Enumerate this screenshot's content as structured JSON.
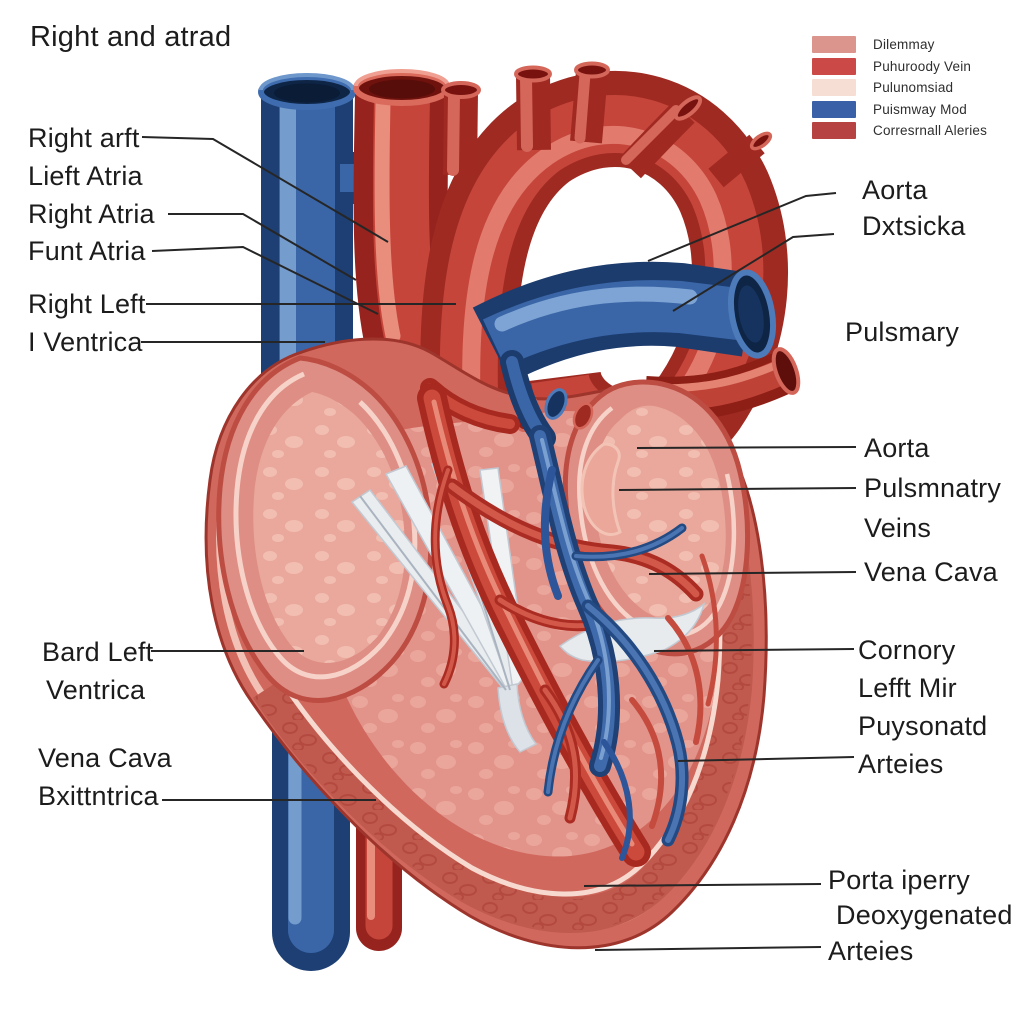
{
  "title": "Right and atrad",
  "labels": {
    "left": [
      {
        "id": "right-arft",
        "text": "Right arft"
      },
      {
        "id": "lieft-atria",
        "text": "Lieft Atria"
      },
      {
        "id": "right-atria",
        "text": "Right Atria"
      },
      {
        "id": "funt-atria",
        "text": "Funt Atria"
      },
      {
        "id": "right-left",
        "text": "Right Left"
      },
      {
        "id": "i-ventrica",
        "text": "I Ventrica"
      },
      {
        "id": "bard-left",
        "text": "Bard Left"
      },
      {
        "id": "ventrica",
        "text": "Ventrica"
      },
      {
        "id": "vena-cava",
        "text": "Vena Cava"
      },
      {
        "id": "bxittntrica",
        "text": "Bxittntrica"
      }
    ],
    "right": [
      {
        "id": "aorta-top",
        "text": "Aorta"
      },
      {
        "id": "dxtsicka",
        "text": "Dxtsicka"
      },
      {
        "id": "pulsmary",
        "text": "Pulsmary"
      },
      {
        "id": "aorta-mid",
        "text": "Aorta"
      },
      {
        "id": "pulsmnatry",
        "text": "Pulsmnatry"
      },
      {
        "id": "veins",
        "text": "Veins"
      },
      {
        "id": "vena-cava-right",
        "text": "Vena Cava"
      },
      {
        "id": "cornory",
        "text": "Cornory"
      },
      {
        "id": "lefft-mir",
        "text": "Lefft Mir"
      },
      {
        "id": "puysonatd",
        "text": "Puysonatd"
      },
      {
        "id": "arteies-1",
        "text": "Arteies"
      },
      {
        "id": "porta-iperry",
        "text": "Porta iperry"
      },
      {
        "id": "deoxygenated",
        "text": "Deoxygenated"
      },
      {
        "id": "arteies-2",
        "text": "Arteies"
      }
    ]
  },
  "legend": {
    "items": [
      {
        "label": "Dilemmay",
        "color": "#db958c"
      },
      {
        "label": "Puhuroody Vein",
        "color": "#cb4a47"
      },
      {
        "label": "Pulunomsiad",
        "color": "#f7ded4"
      },
      {
        "label": "Puismway Mod",
        "color": "#3a61a8"
      },
      {
        "label": "Corresrnall Aleries",
        "color": "#b64341"
      }
    ]
  },
  "colors": {
    "artery_red": "#c23b31",
    "vein_blue": "#2e5b9e",
    "muscle_pink": "#e6978d",
    "wall_edge": "#a63a32",
    "leader_line": "#262626"
  }
}
